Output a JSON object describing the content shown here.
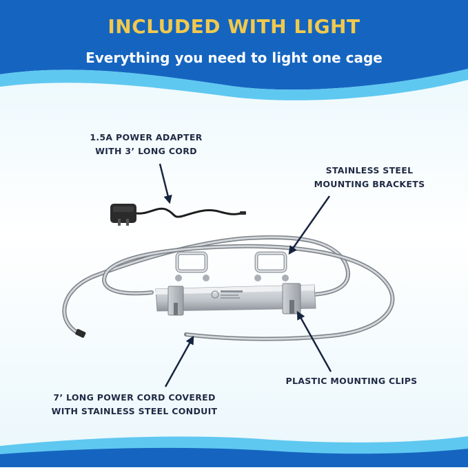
{
  "header": {
    "title": "INCLUDED WITH LIGHT",
    "subtitle": "Everything you need to light one cage"
  },
  "labels": {
    "power_adapter": [
      "1.5A POWER ADAPTER",
      "WITH 3’ LONG CORD"
    ],
    "brackets": [
      "STAINLESS STEEL",
      "MOUNTING BRACKETS"
    ],
    "clips": [
      "PLASTIC MOUNTING CLIPS"
    ],
    "power_cord": [
      "7’ LONG POWER CORD COVERED",
      "WITH STAINLESS STEEL CONDUIT"
    ]
  },
  "colors": {
    "header_blue": "#1565c0",
    "wave_light": "#5fc8f0",
    "title_gold": "#f2c94c",
    "label_navy": "#1f2a44",
    "arrow_navy": "#17243f"
  }
}
